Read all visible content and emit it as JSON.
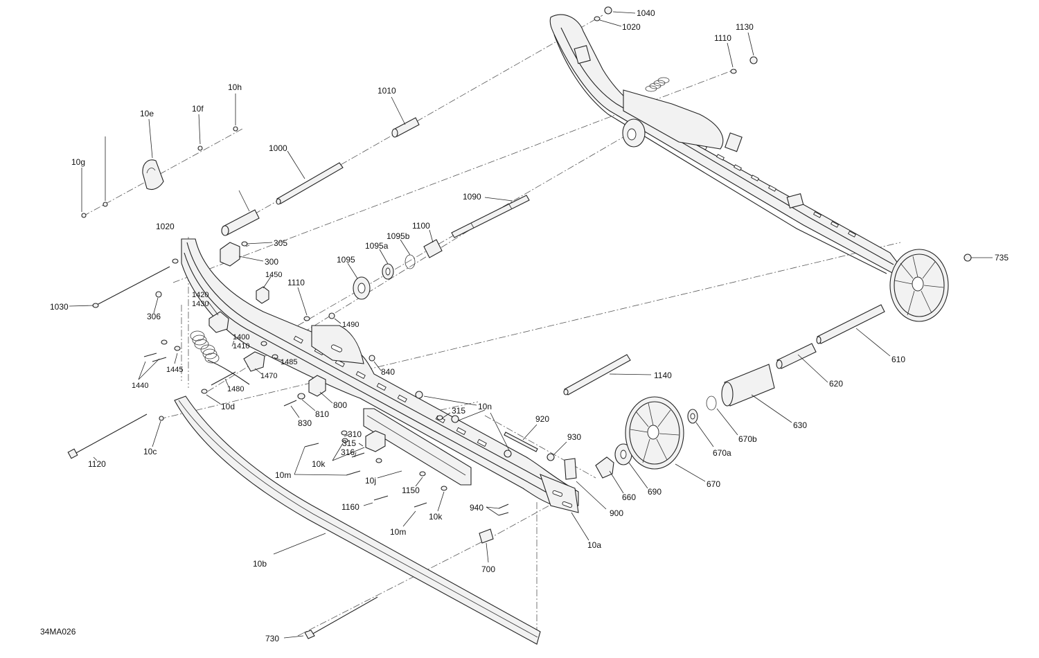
{
  "diagram_code": "34MA026",
  "callouts": [
    {
      "id": "1040"
    },
    {
      "id": "1020"
    },
    {
      "id": "1130"
    },
    {
      "id": "1110"
    },
    {
      "id": "10h"
    },
    {
      "id": "1010"
    },
    {
      "id": "10e"
    },
    {
      "id": "10f"
    },
    {
      "id": "1000"
    },
    {
      "id": "10g"
    },
    {
      "id": "1090"
    },
    {
      "id": "1020"
    },
    {
      "id": "305"
    },
    {
      "id": "300"
    },
    {
      "id": "1100"
    },
    {
      "id": "1095b"
    },
    {
      "id": "1095a"
    },
    {
      "id": "1095"
    },
    {
      "id": "735"
    },
    {
      "id": "1030"
    },
    {
      "id": "306"
    },
    {
      "id": "1450"
    },
    {
      "id": "1110"
    },
    {
      "id": "1420"
    },
    {
      "id": "1430"
    },
    {
      "id": "1490"
    },
    {
      "id": "1400"
    },
    {
      "id": "1410"
    },
    {
      "id": "1485"
    },
    {
      "id": "1470"
    },
    {
      "id": "1440"
    },
    {
      "id": "1445"
    },
    {
      "id": "840"
    },
    {
      "id": "1480"
    },
    {
      "id": "610"
    },
    {
      "id": "1140"
    },
    {
      "id": "620"
    },
    {
      "id": "10d"
    },
    {
      "id": "800"
    },
    {
      "id": "10n"
    },
    {
      "id": "830"
    },
    {
      "id": "810"
    },
    {
      "id": "315"
    },
    {
      "id": "630"
    },
    {
      "id": "1120"
    },
    {
      "id": "10c"
    },
    {
      "id": "920"
    },
    {
      "id": "310"
    },
    {
      "id": "315"
    },
    {
      "id": "316"
    },
    {
      "id": "10k"
    },
    {
      "id": "930"
    },
    {
      "id": "670a"
    },
    {
      "id": "670b"
    },
    {
      "id": "10m"
    },
    {
      "id": "10j"
    },
    {
      "id": "1150"
    },
    {
      "id": "670"
    },
    {
      "id": "660"
    },
    {
      "id": "690"
    },
    {
      "id": "1160"
    },
    {
      "id": "940"
    },
    {
      "id": "10k"
    },
    {
      "id": "900"
    },
    {
      "id": "10m"
    },
    {
      "id": "10a"
    },
    {
      "id": "10b"
    },
    {
      "id": "700"
    },
    {
      "id": "730"
    }
  ]
}
